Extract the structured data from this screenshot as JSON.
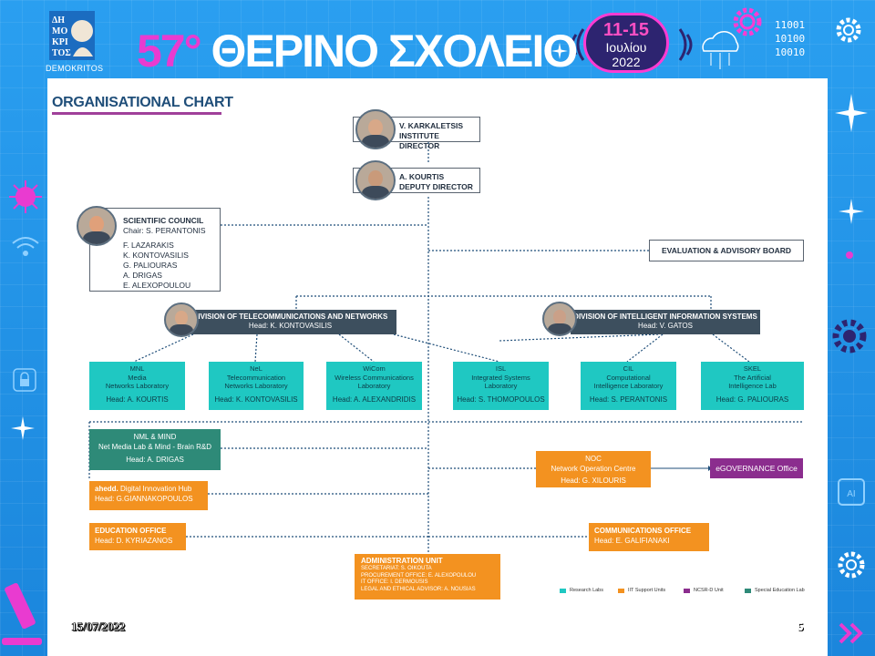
{
  "header": {
    "logo_text": "DEMOKRITOS",
    "logo_glyphs": "ΔΗ ΜΟ ΚΡΙ ΤΟΣ",
    "event_number": "57°",
    "event_name": "ΘΕΡΙΝΟ ΣΧΟΛΕΙΟ",
    "date_range": "11-15",
    "date_month": "Ιουλίου",
    "date_year": "2022",
    "binary": [
      "11001",
      "10100",
      "10010"
    ]
  },
  "chart_title": "ORGANISATIONAL CHART",
  "director": {
    "name": "V. KARKALETSIS",
    "role": "INSTITUTE DIRECTOR"
  },
  "deputy": {
    "name": "A. KOURTIS",
    "role": "DEPUTY DIRECTOR"
  },
  "council": {
    "title": "SCIENTIFIC COUNCIL",
    "chair": "Chair: S. PERANTONIS",
    "members": [
      "F. LAZARAKIS",
      "K. KONTOVASILIS",
      "G. PALIOURAS",
      "A. DRIGAS",
      "E. ALEXOPOULOU"
    ]
  },
  "evaluation_board": "EVALUATION & ADVISORY BOARD",
  "divisions": [
    {
      "title": "DIVISION OF TELECOMMUNICATIONS AND NETWORKS",
      "head": "Head: K. KONTOVASILIS"
    },
    {
      "title": "DIVISION OF INTELLIGENT INFORMATION SYSTEMS",
      "head": "Head: V. GATOS"
    }
  ],
  "labs": [
    {
      "abbr": "MNL",
      "name": [
        "Media",
        "Networks Laboratory"
      ],
      "head": "Head: A. KOURTIS"
    },
    {
      "abbr": "NeL",
      "name": [
        "Telecommunication",
        "Networks Laboratory"
      ],
      "head": "Head: K. KONTOVASILIS"
    },
    {
      "abbr": "WiCom",
      "name": [
        "Wireless Communications",
        "Laboratory"
      ],
      "head": "Head: A. ALEXANDRIDIS"
    },
    {
      "abbr": "ISL",
      "name": [
        "Integrated Systems",
        "Laboratory"
      ],
      "head": "Head: S. THOMOPOULOS"
    },
    {
      "abbr": "CIL",
      "name": [
        "Computational",
        "Intelligence Laboratory"
      ],
      "head": "Head: S. PERANTONIS"
    },
    {
      "abbr": "SKEL",
      "name": [
        "The Artificial",
        "Intelligence Lab"
      ],
      "head": "Head: G. PALIOURAS"
    }
  ],
  "nml": {
    "title": "NML & MIND",
    "subtitle": "Net Media Lab & Mind - Brain R&D",
    "head": "Head: A. DRIGAS"
  },
  "ahedd": {
    "brand": "ahedd.",
    "title": "Digital Innovation Hub",
    "head": "Head: G.GIANNAKOPOULOS"
  },
  "education": {
    "title": "EDUCATION OFFICE",
    "head": "Head: D. KYRIAZANOS"
  },
  "noc": {
    "title": "NOC",
    "subtitle": "Network Operation Centre",
    "head": "Head: G. XILOURIS"
  },
  "egov": "eGOVERNANCE Office",
  "communications": {
    "title": "COMMUNICATIONS OFFICE",
    "head": "Head: E. GALIFIANAKI"
  },
  "admin": {
    "title": "ADMINISTRATION UNIT",
    "lines": [
      "SECRETARIAT: S. OIKOUTA",
      "PROCUREMENT OFFICE: E. ALEXOPOULOU",
      "IT OFFICE: I. DERMOUSIS",
      "LEGAL AND ETHICAL ADVISOR: A. NOUSIAS"
    ]
  },
  "legend": [
    {
      "label": "Research Labs",
      "color": "#1fc8c2"
    },
    {
      "label": "IIT Support Units",
      "color": "#f39220"
    },
    {
      "label": "NCSR-D Unit",
      "color": "#8b2d8e"
    },
    {
      "label": "Special Education Lab",
      "color": "#2e8a78"
    }
  ],
  "footer": {
    "date": "15/07/2022",
    "page": "5"
  }
}
